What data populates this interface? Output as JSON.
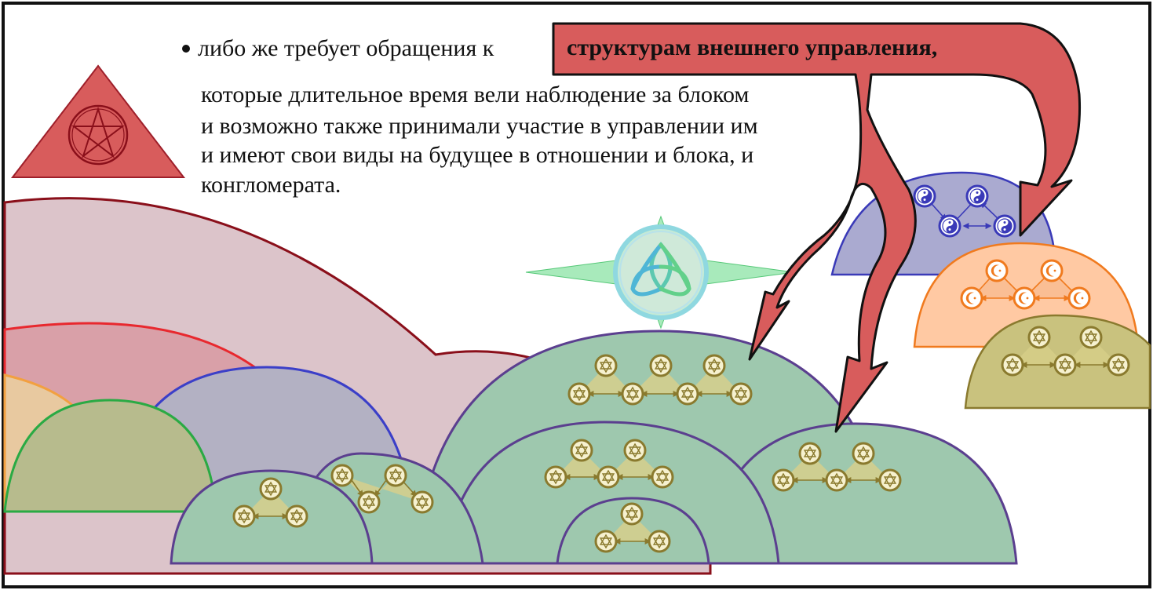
{
  "text": {
    "bullet_line": "либо же требует обращения к",
    "highlight": "структурам внешнего управления,",
    "body_lines": [
      "которые длительное время вели наблюдение за блоком",
      "и возможно также принимали участие в управлении им",
      "и имеют свои виды на будущее в отношении и блока, и",
      "конгломерата."
    ]
  },
  "colors": {
    "arrow": "#d85c5c",
    "green_dome": "#9ec8ae",
    "dome_stroke": "#5b3f8f",
    "node_fill": "#c9c07a",
    "node_stroke": "#8a7a2e",
    "blue_dome": "#aaaad0",
    "orange_dome": "#ffc9a3",
    "olive_dome": "#c9c27e",
    "mauve_dome": "#dcc4ca"
  },
  "icons": {
    "triangle": "pentagram-triangle-icon",
    "compass": "triquetra-compass-icon",
    "node_green": "star-of-david-icon",
    "node_blue": "yin-yang-icon",
    "node_orange": "crescent-icon"
  }
}
